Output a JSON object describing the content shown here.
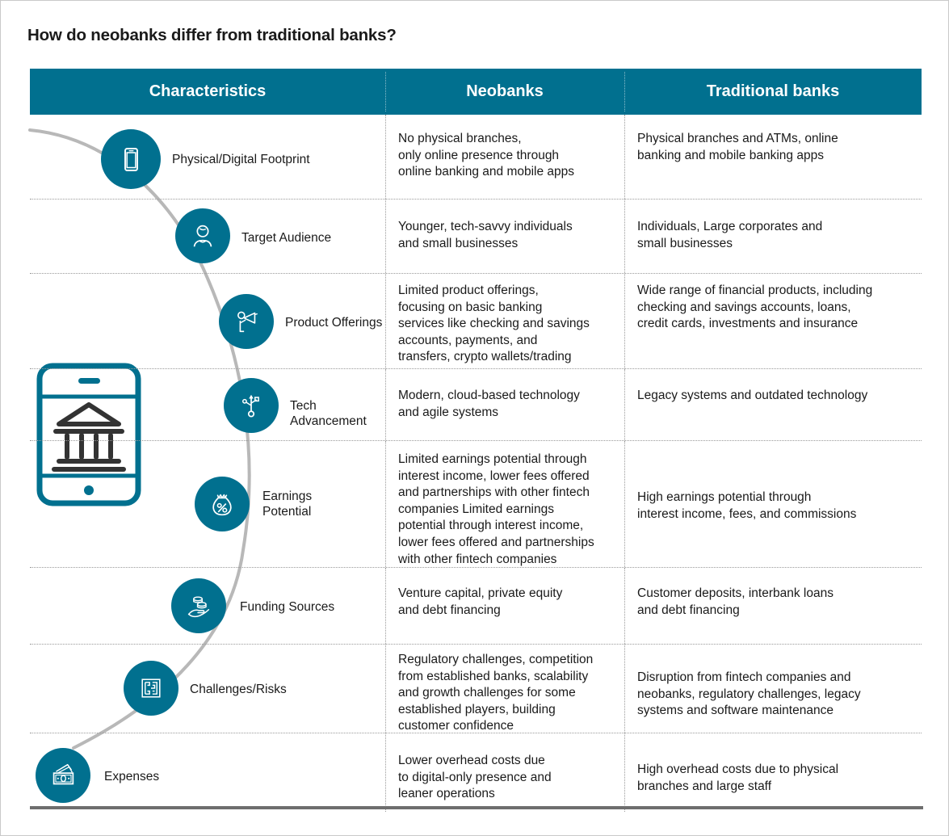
{
  "page": {
    "title": "How do neobanks differ from traditional banks?",
    "accent_color": "#01708F",
    "text_color": "#1a1a1a",
    "divider_color": "#9a9a9a",
    "bottom_rule_color": "#6e6e6e"
  },
  "header": {
    "col_characteristics": "Characteristics",
    "col_neobanks": "Neobanks",
    "col_traditional": "Traditional banks"
  },
  "hero": {
    "icon": "mobile-banking-icon"
  },
  "rows": [
    {
      "icon": "smartphone-icon",
      "characteristic": "Physical/Digital Footprint",
      "neobanks": "No physical branches,\nonly online presence through\nonline banking and mobile apps",
      "traditional": "Physical branches and ATMs, online\nbanking and mobile banking apps"
    },
    {
      "icon": "user-profile-icon",
      "characteristic": "Target Audience",
      "neobanks": "Younger, tech-savvy individuals\nand small businesses",
      "traditional": "Individuals, Large corporates and\nsmall businesses"
    },
    {
      "icon": "megaphone-icon",
      "characteristic": "Product Offerings",
      "neobanks": "Limited product offerings,\nfocusing on basic banking\nservices like checking and savings\naccounts, payments, and\ntransfers, crypto wallets/trading",
      "traditional": "Wide range of financial products, including\nchecking and savings accounts, loans,\ncredit cards, investments and insurance"
    },
    {
      "icon": "usb-icon",
      "characteristic": "Tech Advancement",
      "neobanks": "Modern, cloud-based technology\nand agile systems",
      "traditional": "Legacy systems and outdated technology"
    },
    {
      "icon": "money-bag-percent-icon",
      "characteristic": "Earnings\nPotential",
      "neobanks": "Limited earnings potential through\ninterest income, lower fees offered\nand partnerships with other fintech\ncompanies Limited earnings\npotential through interest income,\nlower fees offered and partnerships\nwith other fintech companies",
      "traditional": "High earnings potential through\ninterest income, fees, and commissions"
    },
    {
      "icon": "hand-coins-icon",
      "characteristic": "Funding Sources",
      "neobanks": "Venture capital, private equity\nand debt financing",
      "traditional": "Customer deposits, interbank loans\nand debt financing"
    },
    {
      "icon": "maze-icon",
      "characteristic": "Challenges/Risks",
      "neobanks": "Regulatory challenges, competition\nfrom established banks, scalability\nand growth challenges for some\nestablished players, building\ncustomer confidence",
      "traditional": "Disruption from fintech companies and\nneobanks, regulatory challenges, legacy\nsystems and software maintenance"
    },
    {
      "icon": "banknotes-icon",
      "characteristic": "Expenses",
      "neobanks": "Lower overhead costs due\nto digital-only presence and\nleaner operations",
      "traditional": "High overhead costs due to physical\nbranches and large staff"
    }
  ]
}
